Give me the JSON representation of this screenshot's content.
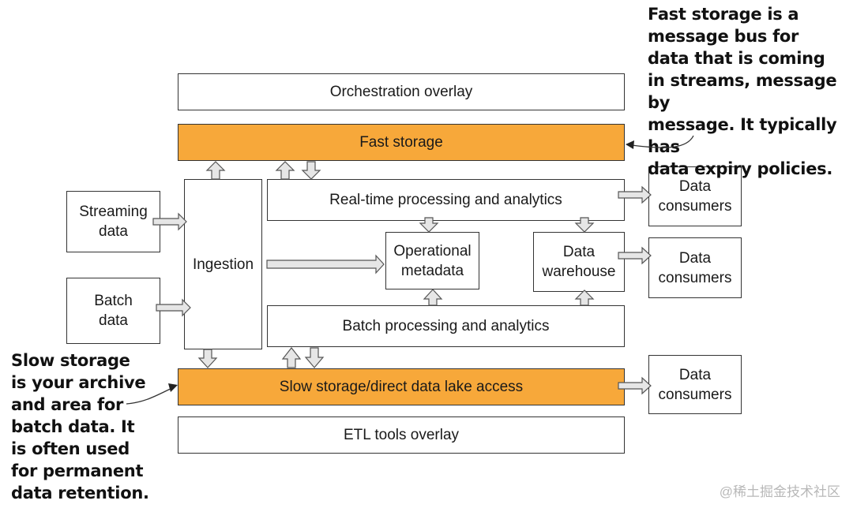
{
  "boxes": {
    "orchestration": "Orchestration overlay",
    "fast_storage": "Fast storage",
    "streaming_data": "Streaming\ndata",
    "batch_data": "Batch\ndata",
    "ingestion": "Ingestion",
    "realtime": "Real-time processing and analytics",
    "operational_metadata": "Operational\nmetadata",
    "data_warehouse": "Data\nwarehouse",
    "batch_processing": "Batch processing and analytics",
    "consumers_1": "Data\nconsumers",
    "consumers_2": "Data\nconsumers",
    "consumers_3": "Data\nconsumers",
    "slow_storage": "Slow storage/direct data lake access",
    "etl": "ETL tools overlay"
  },
  "notes": {
    "fast": "Fast storage is a\nmessage bus for\ndata that is coming\nin streams, message by\nmessage. It typically has\ndata expiry policies.",
    "slow": "Slow storage\nis your archive\nand area for\nbatch data. It\nis often used\nfor permanent\ndata retention."
  },
  "watermark": "@稀土掘金技术社区",
  "colors": {
    "storage_fill": "#f7a83a",
    "border": "#333333",
    "arrow_fill": "#e6e6e6"
  }
}
